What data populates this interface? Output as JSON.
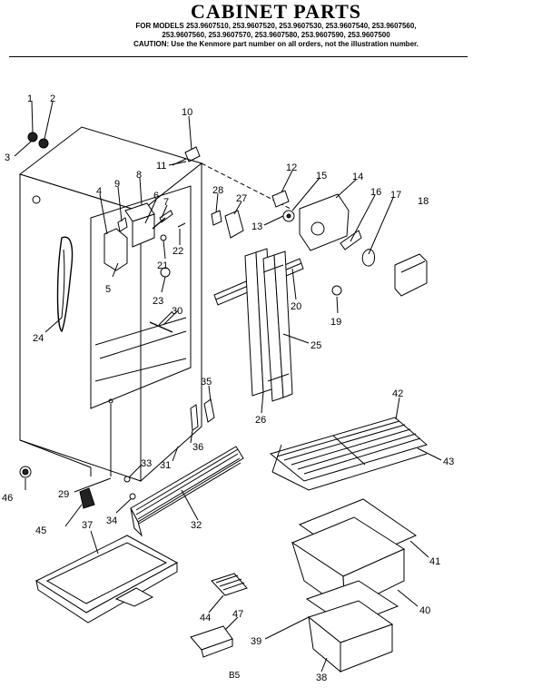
{
  "header": {
    "title": "CABINET PARTS",
    "models_line1": "FOR MODELS 253.9607510, 253.9607520, 253.9607530, 253.9607540, 253.9607560,",
    "models_line2": "253.9607560, 253.9607570, 253.9607580, 253.9607590, 253.9607500",
    "caution": "CAUTION: Use the Kenmore part number on all orders, not the illustration number."
  },
  "part_numbers": [
    "1",
    "2",
    "3",
    "4",
    "5",
    "6",
    "7",
    "8",
    "9",
    "10",
    "11",
    "12",
    "13",
    "14",
    "15",
    "16",
    "17",
    "18",
    "19",
    "20",
    "21",
    "22",
    "23",
    "24",
    "25",
    "26",
    "27",
    "28",
    "29",
    "30",
    "31",
    "32",
    "33",
    "34",
    "35",
    "36",
    "37",
    "38",
    "39",
    "40",
    "41",
    "42",
    "43",
    "44",
    "45",
    "46",
    "47"
  ],
  "page_code": "B5"
}
